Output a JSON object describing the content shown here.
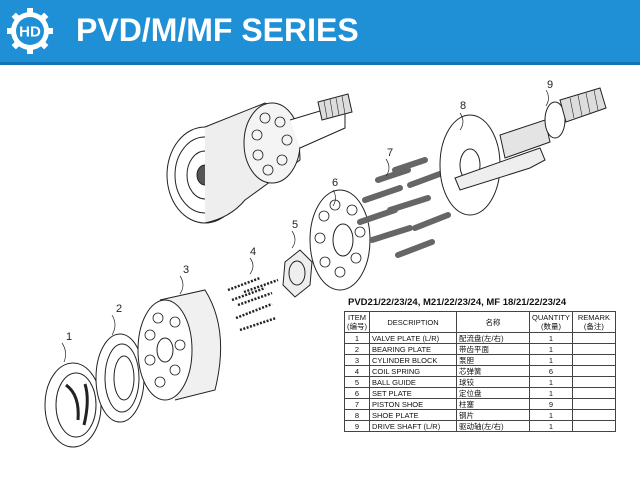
{
  "header": {
    "title": "PVD/M/MF SERIES",
    "logo_letters": "HD",
    "bg_color": "#1f8fd6"
  },
  "callouts": [
    "1",
    "2",
    "3",
    "4",
    "5",
    "6",
    "7",
    "8",
    "9"
  ],
  "table": {
    "title": "PVD21/22/23/24, M21/22/23/24, MF 18/21/22/23/24",
    "headers": {
      "item": "ITEM",
      "item_cn": "(编号)",
      "description": "DESCRIPTION",
      "name_cn": "名称",
      "quantity": "QUANTITY",
      "quantity_cn": "(数量)",
      "remark": "REMARK",
      "remark_cn": "(备注)"
    },
    "rows": [
      {
        "item": "1",
        "desc": "VALVE PLATE (L/R)",
        "cn": "配流盘(左/右)",
        "qty": "1",
        "remark": ""
      },
      {
        "item": "2",
        "desc": "BEARING PLATE",
        "cn": "带齿平面",
        "qty": "1",
        "remark": ""
      },
      {
        "item": "3",
        "desc": "CYLINDER BLOCK",
        "cn": "泵胆",
        "qty": "1",
        "remark": ""
      },
      {
        "item": "4",
        "desc": "COIL SPRING",
        "cn": "芯弹簧",
        "qty": "6",
        "remark": ""
      },
      {
        "item": "5",
        "desc": "BALL GUIDE",
        "cn": "球铰",
        "qty": "1",
        "remark": ""
      },
      {
        "item": "6",
        "desc": "SET PLATE",
        "cn": "定位盘",
        "qty": "1",
        "remark": ""
      },
      {
        "item": "7",
        "desc": "PISTON SHOE",
        "cn": "柱塞",
        "qty": "9",
        "remark": ""
      },
      {
        "item": "8",
        "desc": "SHOE PLATE",
        "cn": "钢片",
        "qty": "1",
        "remark": ""
      },
      {
        "item": "9",
        "desc": "DRIVE SHAFT (L/R)",
        "cn": "驱动轴(左/右)",
        "qty": "1",
        "remark": ""
      }
    ]
  }
}
